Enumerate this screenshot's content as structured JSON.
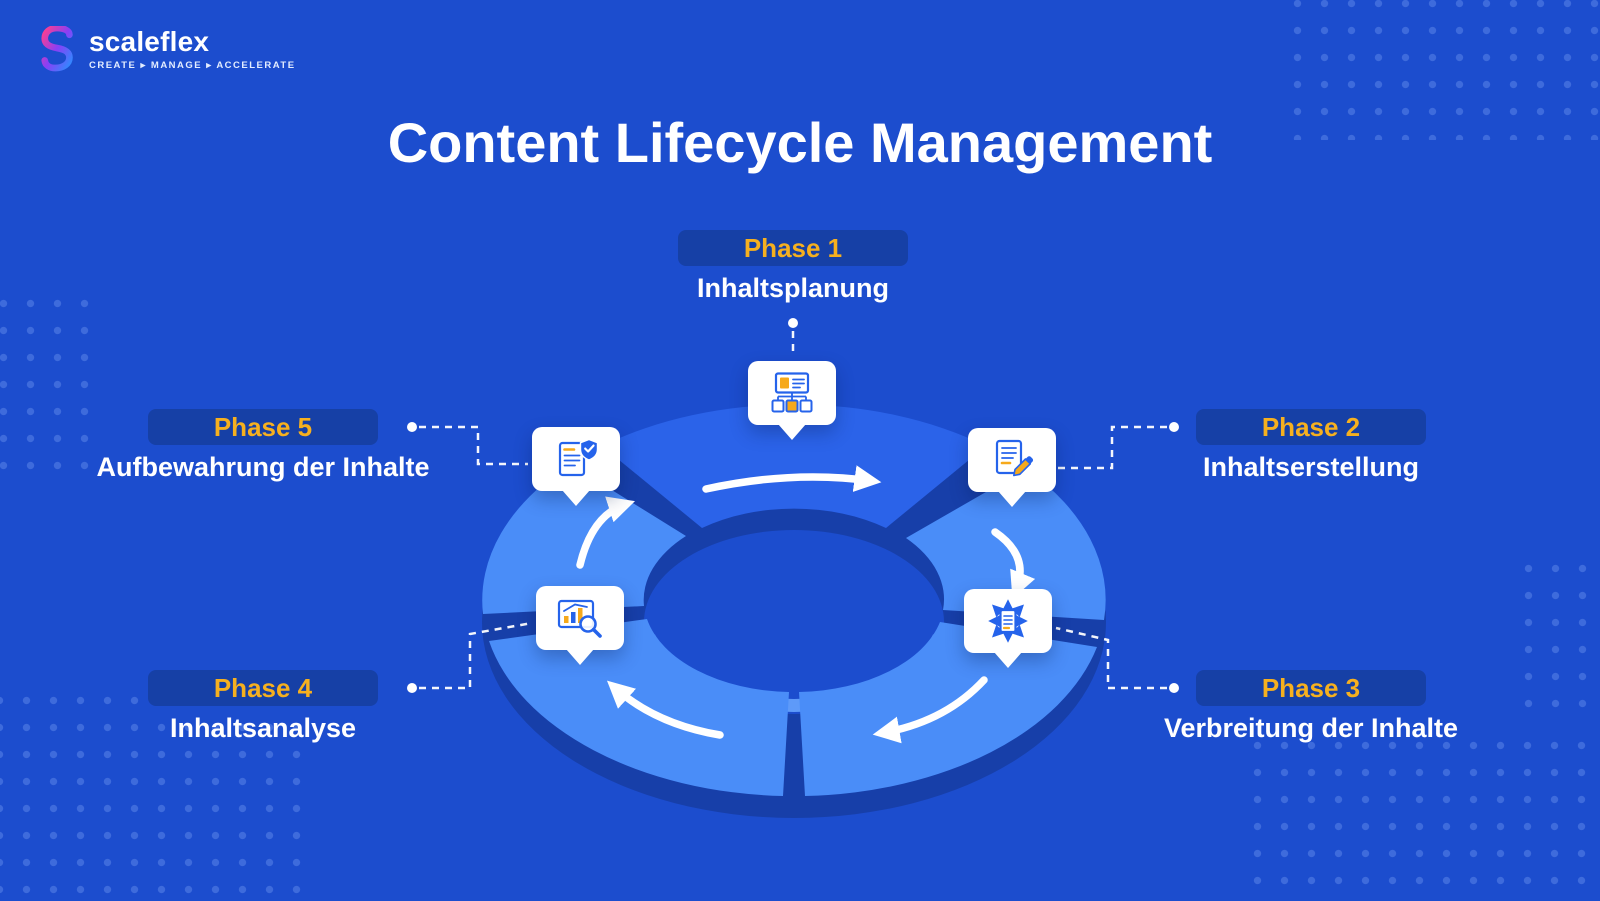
{
  "brand": {
    "name": "scaleflex",
    "tagline": "CREATE ▸ MANAGE ▸ ACCELERATE"
  },
  "title": "Content Lifecycle Management",
  "phases": [
    {
      "label": "Phase 1",
      "name": "Inhaltsplanung",
      "icon": "sitemap-icon"
    },
    {
      "label": "Phase 2",
      "name": "Inhaltserstellung",
      "icon": "document-edit-icon"
    },
    {
      "label": "Phase 3",
      "name": "Verbreitung der Inhalte",
      "icon": "document-distribute-icon"
    },
    {
      "label": "Phase 4",
      "name": "Inhaltsanalyse",
      "icon": "chart-magnifier-icon"
    },
    {
      "label": "Phase 5",
      "name": "Aufbewahrung der Inhalte",
      "icon": "document-shield-icon"
    }
  ],
  "colors": {
    "background": "#1C4DCE",
    "label_pill": "#1640A6",
    "accent_yellow": "#F6B01F",
    "ring_segment": "#4A8DF8",
    "ring_segment_dark": "#2B63E9",
    "ring_depth": "#173FA9",
    "ring_inner_wall": "#5E9AF9",
    "icon_blue": "#2563EB",
    "icon_yellow": "#F6A91B",
    "text_white": "#FFFFFF"
  }
}
